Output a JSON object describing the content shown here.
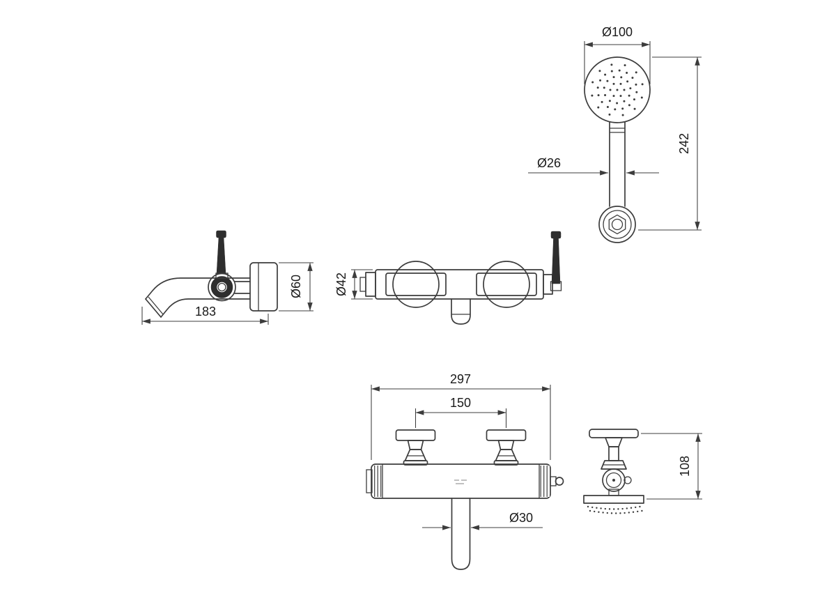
{
  "page": {
    "background": "#ffffff"
  },
  "drawing": {
    "stroke_color": "#3c3c3c",
    "text_color": "#1a1a1a",
    "views": {
      "hand_shower": {
        "dims": {
          "head_diameter": "Ø100",
          "overall_length": "242",
          "handle_diameter": "Ø26"
        }
      },
      "wall_spout": {
        "dims": {
          "spout_projection": "183",
          "rosette_diameter": "Ø60"
        }
      },
      "mixer_top": {
        "dims": {
          "body_diameter": "Ø42"
        }
      },
      "mixer_front": {
        "dims": {
          "overall_width": "297",
          "connection_spacing": "150",
          "spout_diameter": "Ø30"
        }
      },
      "mixer_side": {
        "dims": {
          "overall_depth": "108"
        }
      }
    }
  }
}
